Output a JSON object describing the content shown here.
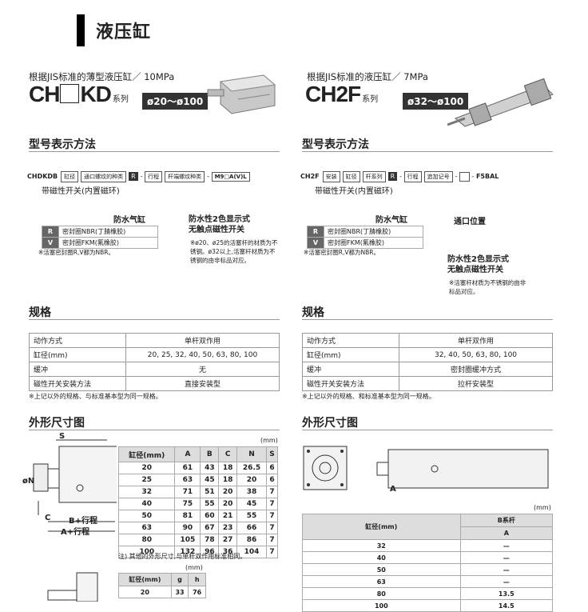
{
  "page_title": "液压缸",
  "left": {
    "subtitle": "根据JIS标准的薄型液压缸／ 10MPa",
    "series_a": "CH",
    "series_b": "KD",
    "series_suffix": "系列",
    "range": "ø20～ø100",
    "model_section": "型号表示方法",
    "code_head": "CHDKDB",
    "code_boxes": [
      "缸径",
      "通口螺纹的种类"
    ],
    "code_r": "R",
    "code_boxes2": [
      "行程",
      "杆端螺纹种类"
    ],
    "code_tail": "M9□A(V)L",
    "switch_note": "带磁性开关(内置磁环)",
    "waterproof": "防水气缸",
    "opt_rows": [
      [
        "R",
        "密封圈NBR(丁腈橡胶)"
      ],
      [
        "V",
        "密封圈FKM(氟橡胶)"
      ]
    ],
    "opt_note": "※活塞密封圈R,V都为NBR。",
    "switch2_title": "防水性2色显示式\n无触点磁性开关",
    "switch2_note": "※ø20、ø25的活塞杆的材质为不锈钢。ø32以上,活塞杆材质为不锈钢的由非标品对应。",
    "spec_section": "规格",
    "spec": [
      [
        "动作方式",
        "单杆双作用"
      ],
      [
        "缸径(mm)",
        "20, 25, 32, 40, 50, 63, 80, 100"
      ],
      [
        "缓冲",
        "无"
      ],
      [
        "磁性开关安装方法",
        "直接安装型"
      ]
    ],
    "spec_note": "※上记以外的规格、与标准基本型为同一规格。",
    "dim_section": "外形尺寸图",
    "dim_unit": "(mm)",
    "dim_head": [
      "缸径(mm)",
      "A",
      "B",
      "C",
      "N",
      "S"
    ],
    "dim_rows": [
      [
        "20",
        "61",
        "43",
        "18",
        "26.5",
        "6"
      ],
      [
        "25",
        "63",
        "45",
        "18",
        "20",
        "6"
      ],
      [
        "32",
        "71",
        "51",
        "20",
        "38",
        "7"
      ],
      [
        "40",
        "75",
        "55",
        "20",
        "45",
        "7"
      ],
      [
        "50",
        "81",
        "60",
        "21",
        "55",
        "7"
      ],
      [
        "63",
        "90",
        "67",
        "23",
        "66",
        "7"
      ],
      [
        "80",
        "105",
        "78",
        "27",
        "86",
        "7"
      ],
      [
        "100",
        "132",
        "96",
        "36",
        "104",
        "7"
      ]
    ],
    "dim_note": "注) 其他的外形尺寸,与单杆双作用标准相同。",
    "dim2_unit": "(mm)",
    "dim2_head": [
      "缸径(mm)",
      "g",
      "h"
    ],
    "dim2_rows": [
      [
        "20",
        "33",
        "76"
      ]
    ],
    "lbl_s": "S",
    "lbl_n": "øN",
    "lbl_c": "C",
    "lbl_b": "B+行程",
    "lbl_a": "A+行程"
  },
  "right": {
    "subtitle": "根据JIS标准的液压缸／ 7MPa",
    "series": "CH2F",
    "series_suffix": "系列",
    "range": "ø32～ø100",
    "model_section": "型号表示方法",
    "code_head": "CH2F",
    "code_boxes": [
      "安装",
      "缸径",
      "杆系列"
    ],
    "code_r": "R",
    "code_boxes2": [
      "行程",
      "追加记号"
    ],
    "code_tail": "F5BAL",
    "switch_note": "带磁性开关(内置磁环)",
    "waterproof": "防水气缸",
    "port": "通口位置",
    "opt_rows": [
      [
        "R",
        "密封圈NBR(丁腈橡胶)"
      ],
      [
        "V",
        "密封圈FKM(氟橡胶)"
      ]
    ],
    "opt_note": "※活塞密封圈R,V都为NBR。",
    "switch2_title": "防水性2色显示式\n无触点磁性开关",
    "switch2_note": "※活塞杆材质为不锈钢的由非标品对应。",
    "spec_section": "规格",
    "spec": [
      [
        "动作方式",
        "单杆双作用"
      ],
      [
        "缸径(mm)",
        "32, 40, 50, 63, 80, 100"
      ],
      [
        "缓冲",
        "密封圈缓冲方式"
      ],
      [
        "磁性开关安装方法",
        "拉杆安装型"
      ]
    ],
    "spec_note": "※上记以外的规格、和标准基本型为同一规格。",
    "dim_section": "外形尺寸图",
    "dim_unit": "(mm)",
    "dim_head_a": "缸径(mm)",
    "dim_head_b": "B系杆",
    "dim_head_c": "A",
    "dim_rows": [
      [
        "32",
        "—"
      ],
      [
        "40",
        "—"
      ],
      [
        "50",
        "—"
      ],
      [
        "63",
        "—"
      ],
      [
        "80",
        "13.5"
      ],
      [
        "100",
        "14.5"
      ]
    ],
    "lbl_a": "A"
  },
  "colors": {
    "accent": "#333333",
    "header_bg": "#dddddd"
  }
}
